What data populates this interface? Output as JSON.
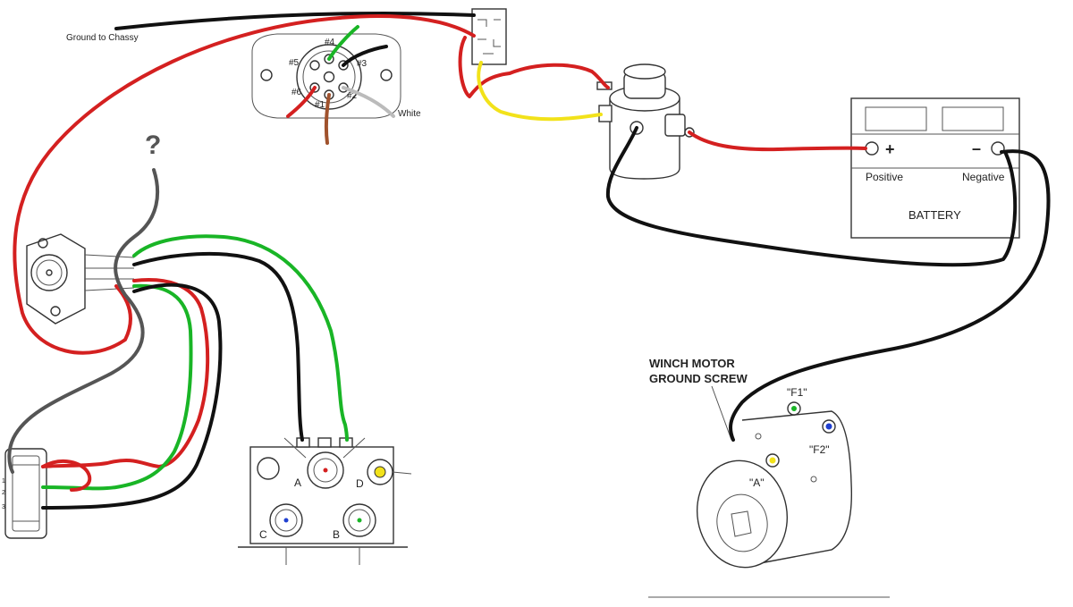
{
  "colors": {
    "red": "#d42020",
    "black": "#111111",
    "green": "#19b526",
    "yellow": "#f2e21a",
    "brown": "#a0522d",
    "gray": "#555555",
    "white_wire": "#bbbbbb"
  },
  "labels": {
    "ground_to_chassy": "Ground to Chassy",
    "white": "White",
    "pin_4": "#4",
    "pin_5": "#5",
    "pin_3": "#3",
    "pin_6": "#6",
    "pin_2": "#2",
    "pin_1": "#1",
    "question": "?",
    "battery_positive_sign": "+",
    "battery_negative_sign": "–",
    "positive": "Positive",
    "negative": "Negative",
    "battery": "BATTERY",
    "winch_motor_line1": "WINCH MOTOR",
    "winch_motor_line2": "GROUND SCREW",
    "f1": "\"F1\"",
    "f2": "\"F2\"",
    "a_terminal": "\"A\"",
    "term_a": "A",
    "term_d": "D",
    "term_c": "C",
    "term_b": "B",
    "switch_1": "1",
    "switch_2": "2",
    "switch_3": "3"
  }
}
